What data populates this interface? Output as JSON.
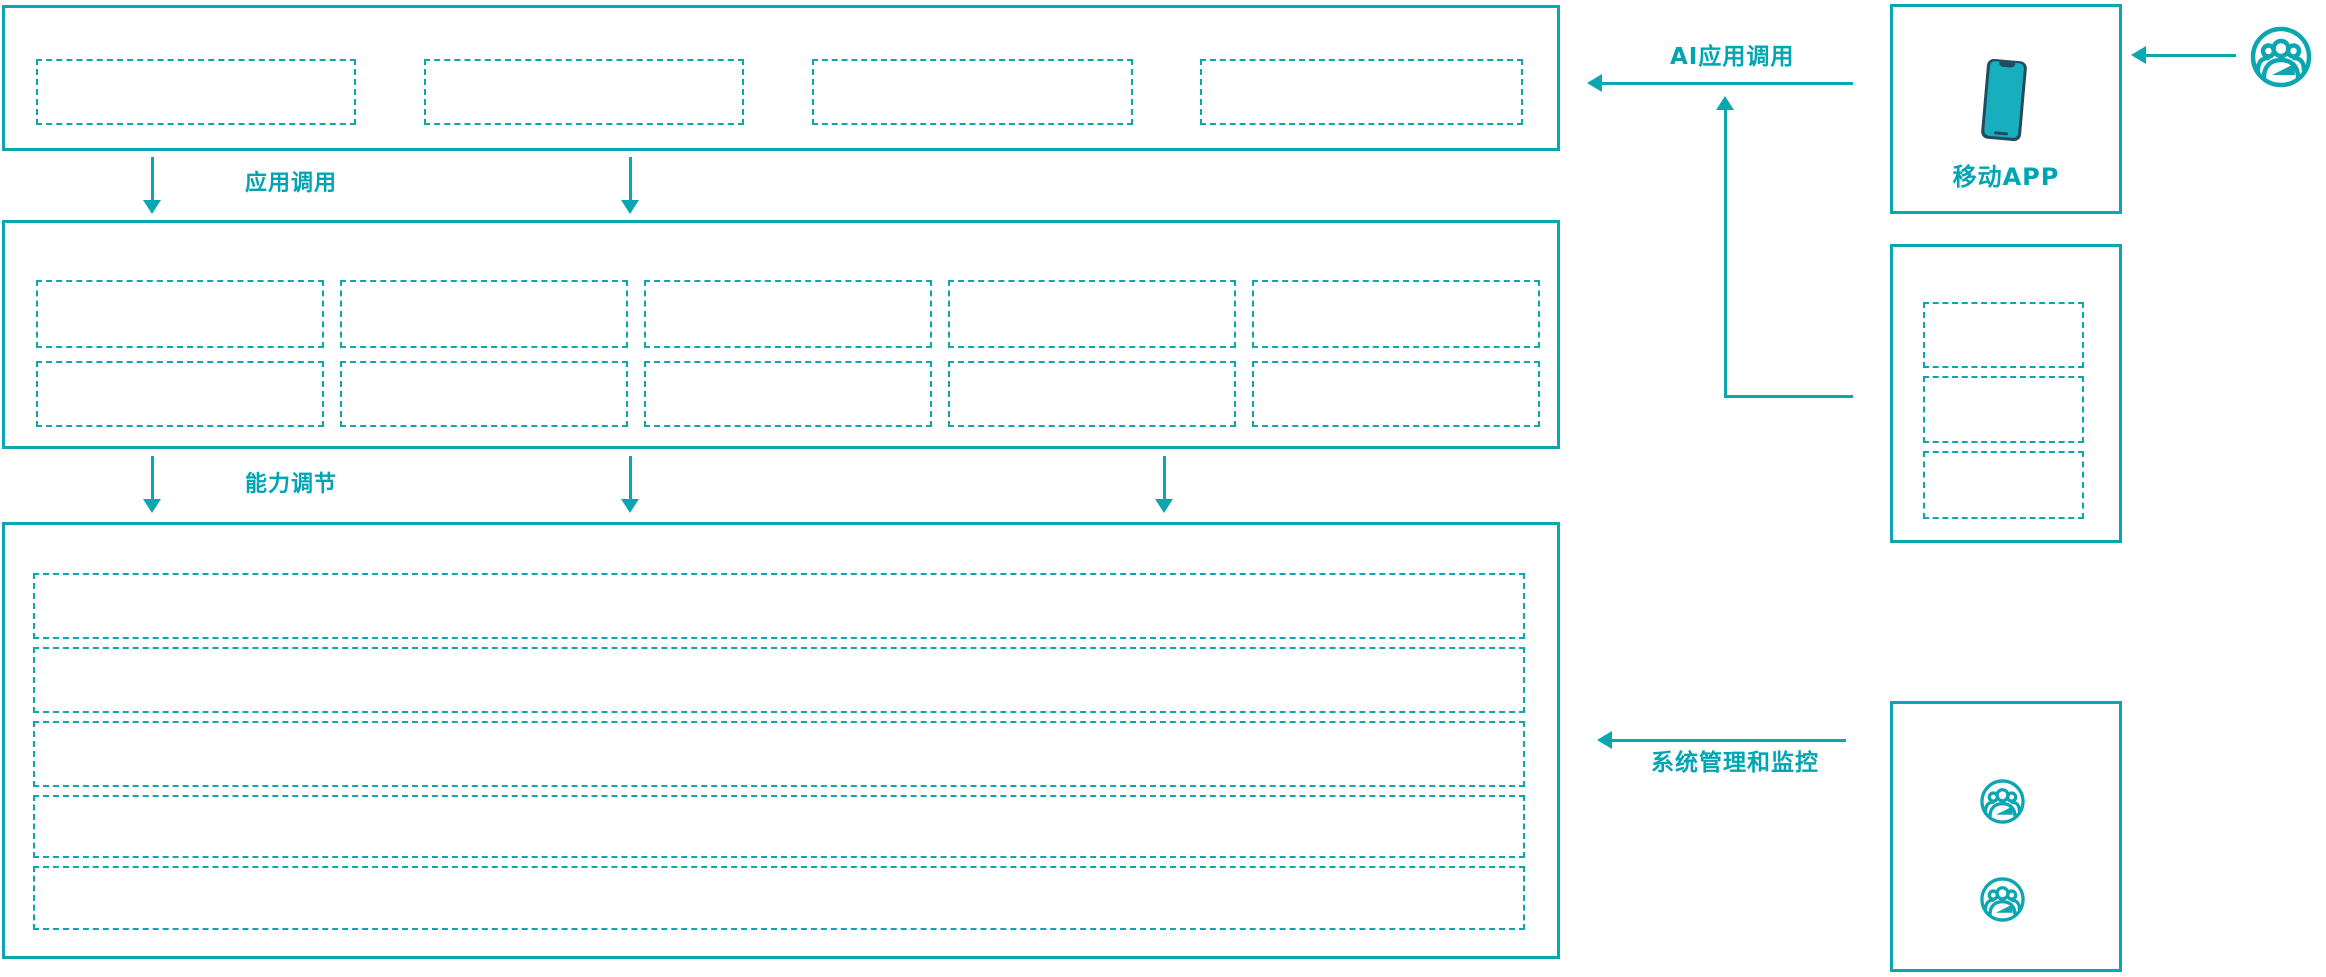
{
  "diagram": {
    "type": "layered-architecture-diagram",
    "accent_color": "#0ca6b2",
    "background_color": "#ffffff",
    "labels": {
      "app_call": "应用调用",
      "capability_adjust": "能力调节",
      "ai_app_call": "AI应用调用",
      "system_monitor": "系统管理和监控",
      "mobile_app": "移动APP"
    },
    "panels": {
      "top_band_placeholder_boxes": 4,
      "middle_band_placeholder_boxes": 10,
      "bottom_band_placeholder_rows": 5,
      "right_stack_placeholder_boxes": 3
    },
    "icons": {
      "smartphone": "smartphone-icon",
      "user_group": "user-group-icon",
      "user_group_count": 3
    },
    "phone_colors": {
      "body": "#234a5f",
      "screen": "#17aebe"
    }
  }
}
